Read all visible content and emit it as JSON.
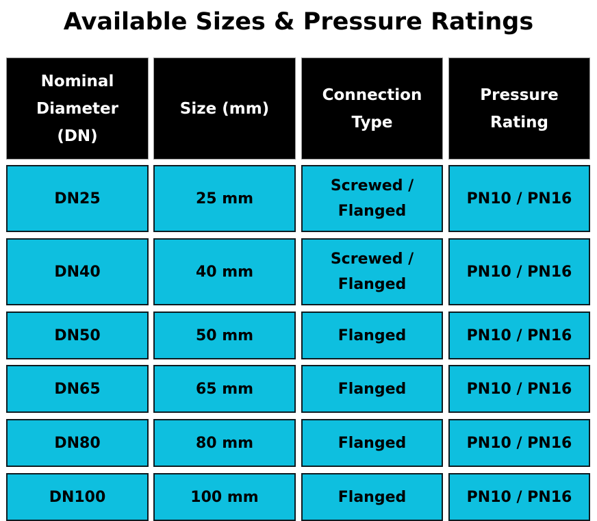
{
  "title": "Available Sizes & Pressure Ratings",
  "colors": {
    "header_bg": "#000000",
    "header_text": "#ffffff",
    "cell_bg": "#0EBFDF",
    "cell_text": "#000000"
  },
  "table": {
    "headers": [
      "Nominal\nDiameter\n(DN)",
      "Size (mm)",
      "Connection\nType",
      "Pressure\nRating"
    ],
    "rows": [
      [
        "DN25",
        "25 mm",
        "Screwed /\nFlanged",
        "PN10 / PN16"
      ],
      [
        "DN40",
        "40 mm",
        "Screwed /\nFlanged",
        "PN10 / PN16"
      ],
      [
        "DN50",
        "50 mm",
        "Flanged",
        "PN10 / PN16"
      ],
      [
        "DN65",
        "65 mm",
        "Flanged",
        "PN10 / PN16"
      ],
      [
        "DN80",
        "80 mm",
        "Flanged",
        "PN10 / PN16"
      ],
      [
        "DN100",
        "100 mm",
        "Flanged",
        "PN10 / PN16"
      ]
    ]
  }
}
